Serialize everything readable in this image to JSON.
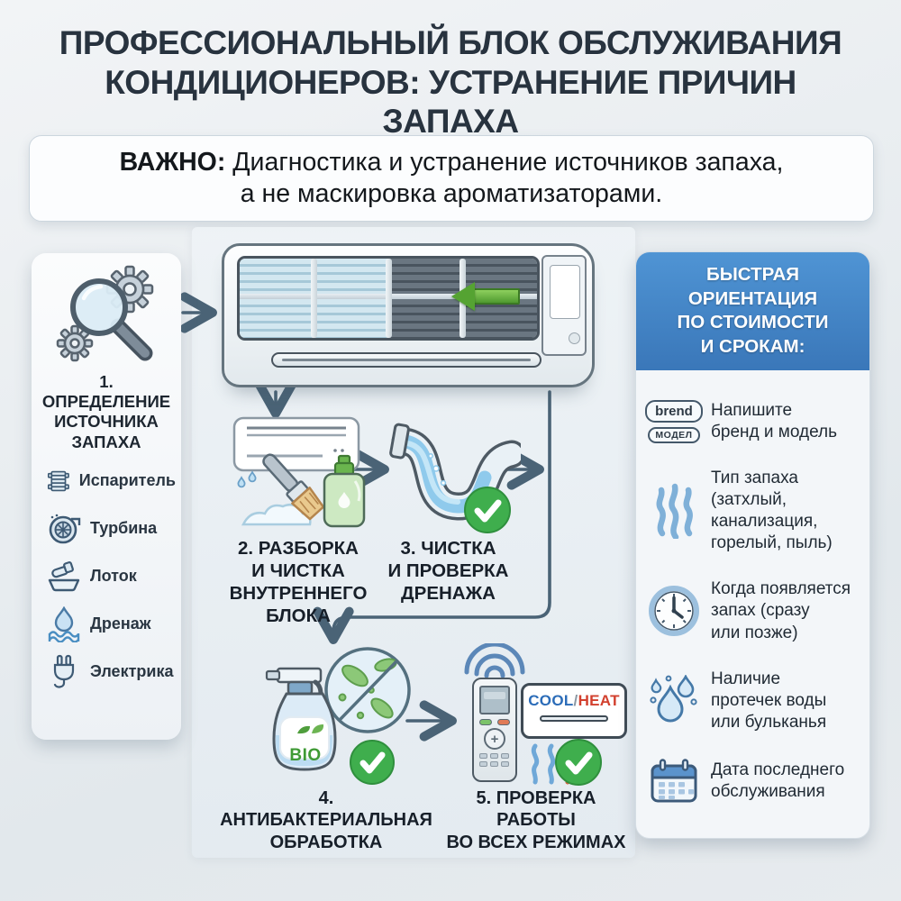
{
  "title": "ПРОФЕССИОНАЛЬНЫЙ БЛОК ОБСЛУЖИВАНИЯ\nКОНДИЦИОНЕРОВ: УСТРАНЕНИЕ ПРИЧИН ЗАПАХА",
  "important": {
    "label": "ВАЖНО:",
    "text": " Диагностика и устранение источников запаха,\nа не маскировка ароматизаторами."
  },
  "sidebar": {
    "heading": "1. ОПРЕДЕЛЕНИЕ\nИСТОЧНИКА\nЗАПАХА",
    "items": [
      {
        "icon": "evaporator-icon",
        "label": "Испаритель"
      },
      {
        "icon": "turbine-icon",
        "label": "Турбина"
      },
      {
        "icon": "tray-icon",
        "label": "Лоток"
      },
      {
        "icon": "drain-icon",
        "label": "Дренаж"
      },
      {
        "icon": "electric-icon",
        "label": "Электрика"
      }
    ]
  },
  "flow": {
    "step2": {
      "label": "2. РАЗБОРКА\nИ ЧИСТКА\nВНУТРЕННЕГО\nБЛОКА"
    },
    "step3": {
      "label": "3. ЧИСТКА\nИ ПРОВЕРКА\nДРЕНАЖА"
    },
    "step4": {
      "label": "4. АНТИБАКТЕРИАЛЬНАЯ\nОБРАБОТКА",
      "spray_text": "BIO"
    },
    "step5": {
      "label": "5. ПРОВЕРКА РАБОТЫ\nВО ВСЕХ РЕЖИМАХ",
      "mode_cool": "COOL",
      "mode_sep": "/",
      "mode_heat": "HEAT"
    }
  },
  "right_panel": {
    "header": "БЫСТРАЯ ОРИЕНТАЦИЯ\nПО СТОИМОСТИ\nИ СРОКАМ:",
    "items": [
      {
        "icon": "brand-model-icon",
        "badge_top": "brend",
        "badge_bottom": "МОДЕЛ",
        "text": "Напишите\nбренд и модель"
      },
      {
        "icon": "odor-waves-icon",
        "text": "Тип запаха\n(затхлый,\nканализация,\nгорелый, пыль)"
      },
      {
        "icon": "clock-icon",
        "text": "Когда появляется\nзапах (сразу\nили позже)"
      },
      {
        "icon": "water-drops-icon",
        "text": "Наличие\nпротечек воды\nили бульканья"
      },
      {
        "icon": "calendar-icon",
        "text": "Дата последнего\nобслуживания"
      }
    ]
  },
  "colors": {
    "accent_blue": "#3d7fc1",
    "arrow": "#4a6376",
    "check_green": "#3fae4d",
    "title_text": "#28333f",
    "clean_filter": "#cfe4ee",
    "dirty_filter": "#5a6670",
    "green_arrow": "#55a332"
  }
}
